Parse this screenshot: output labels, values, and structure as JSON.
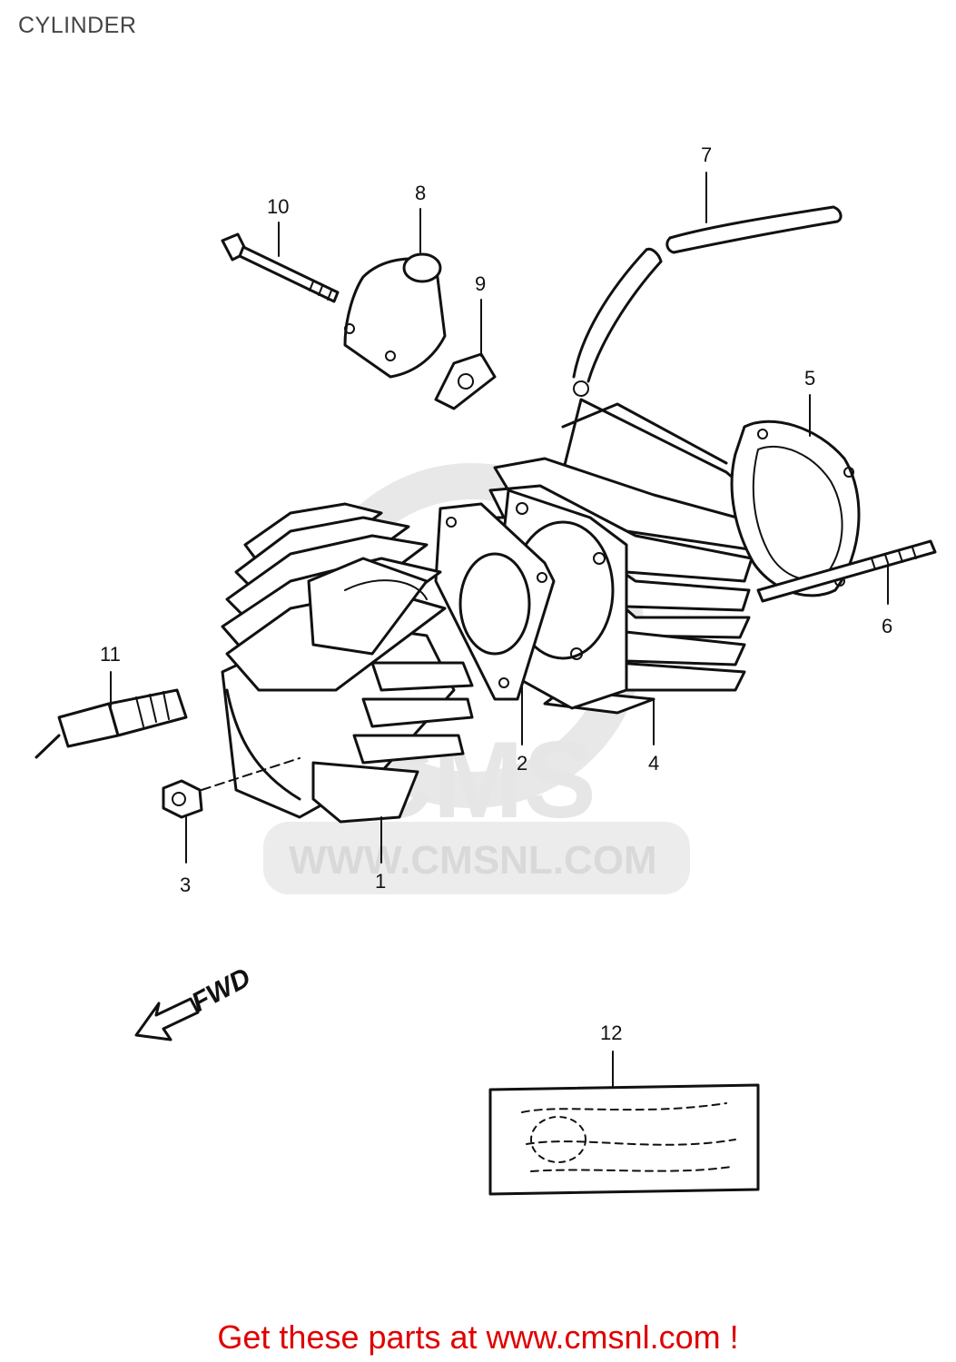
{
  "page": {
    "title": "CYLINDER",
    "footer_link": "Get these parts at www.cmsnl.com !"
  },
  "watermark": {
    "logo_text": "CMS",
    "url_text": "WWW.CMSNL.COM"
  },
  "direction_marker": {
    "label": "FWD"
  },
  "callouts": [
    {
      "id": "1",
      "label": "1"
    },
    {
      "id": "2",
      "label": "2"
    },
    {
      "id": "3",
      "label": "3"
    },
    {
      "id": "4",
      "label": "4"
    },
    {
      "id": "5",
      "label": "5"
    },
    {
      "id": "6",
      "label": "6"
    },
    {
      "id": "7",
      "label": "7"
    },
    {
      "id": "8",
      "label": "8"
    },
    {
      "id": "9",
      "label": "9"
    },
    {
      "id": "10",
      "label": "10"
    },
    {
      "id": "11",
      "label": "11"
    },
    {
      "id": "12",
      "label": "12"
    }
  ],
  "colors": {
    "footer_text": "#e00000",
    "line": "#111111",
    "watermark": "#d9d9d9"
  }
}
